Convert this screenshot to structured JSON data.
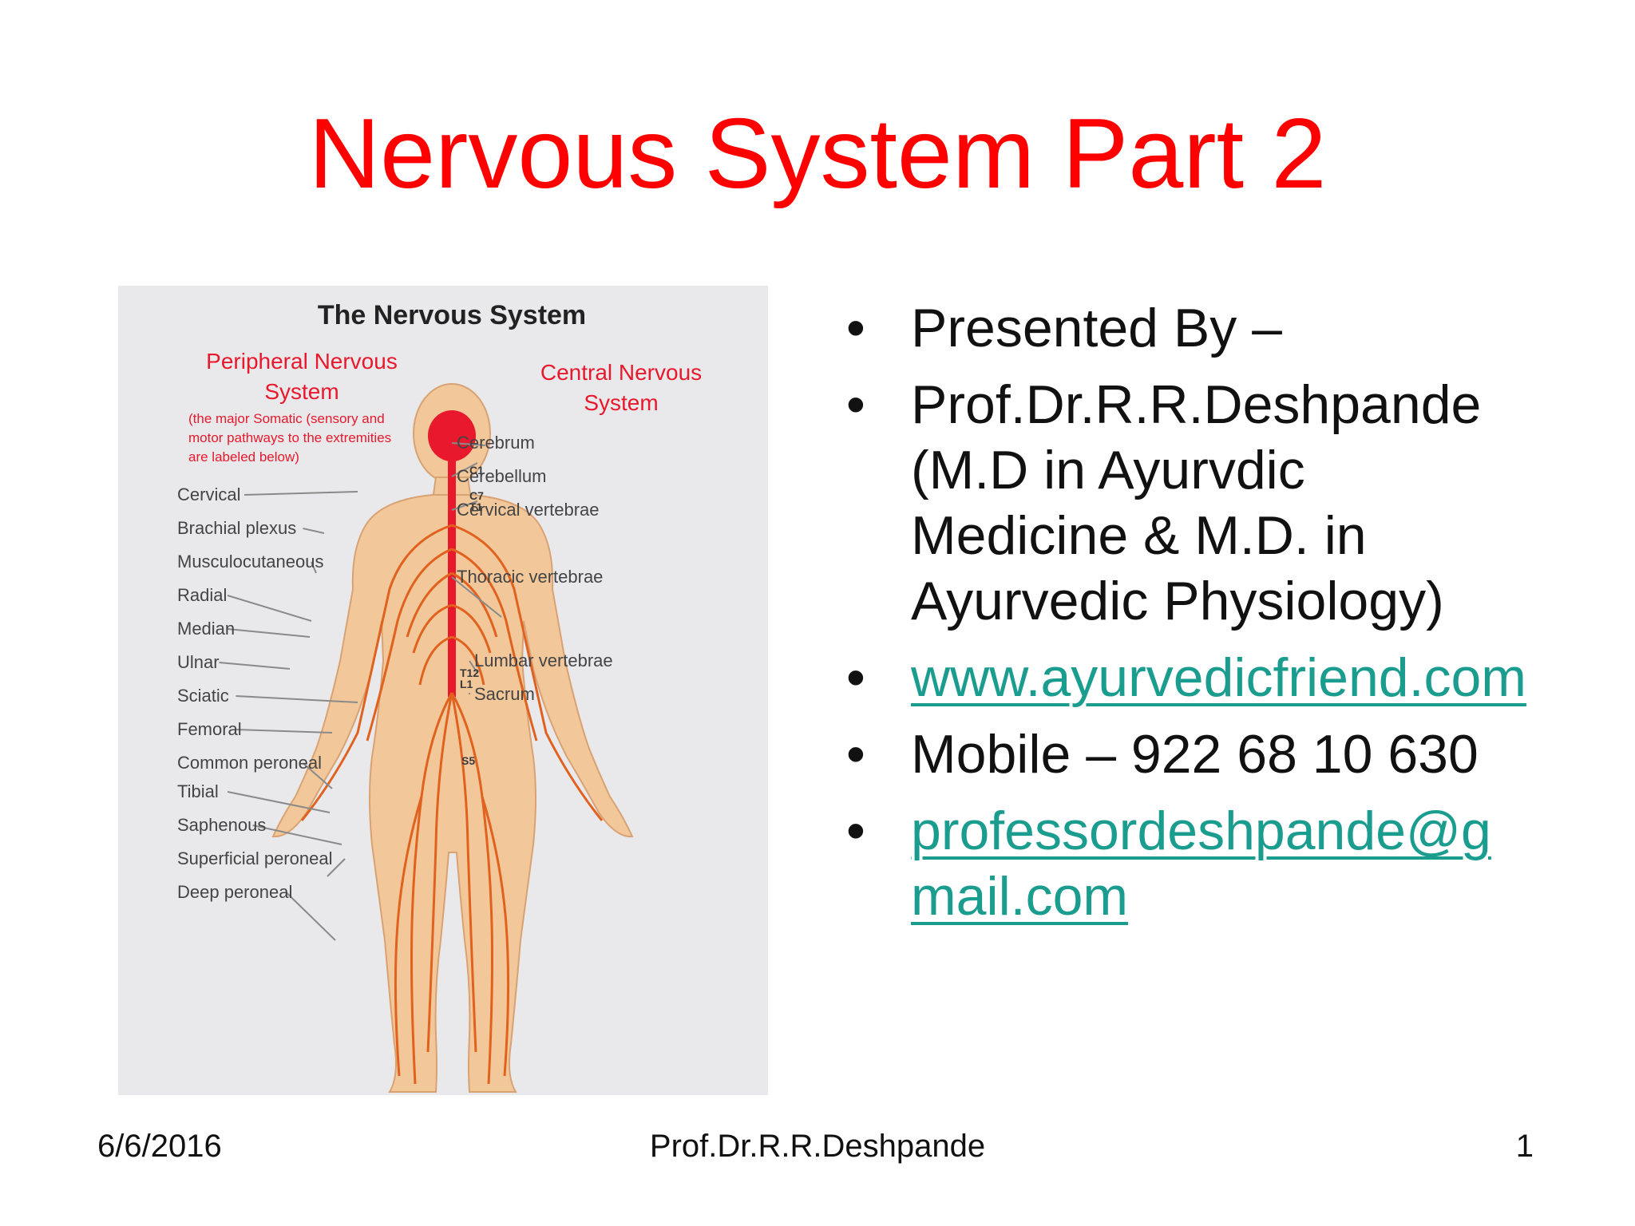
{
  "slide": {
    "title": "Nervous System Part 2",
    "title_color": "#ff0000",
    "link_color": "#1a9c8f"
  },
  "figure": {
    "heading": "The Nervous System",
    "peripheral": {
      "title_lines": [
        "Peripheral Nervous",
        "System"
      ],
      "note_lines": [
        "(the major Somatic (sensory and",
        "motor pathways to the extremities",
        "are labeled below)"
      ],
      "labels": [
        "Cervical",
        "Brachial plexus",
        "Musculocutaneous",
        "Radial",
        "Median",
        "Ulnar",
        "Sciatic",
        "Femoral",
        "Common peroneal",
        "Tibial",
        "Saphenous",
        "Superficial peroneal",
        "Deep peroneal"
      ]
    },
    "central": {
      "title_lines": [
        "Central Nervous",
        "System"
      ],
      "labels": [
        "Cerebrum",
        "Cerebellum",
        "Cervical vertebrae",
        "Thoracic vertebrae",
        "Lumbar vertebrae",
        "Sacrum"
      ]
    },
    "spine_marks": [
      "C1",
      "C7",
      "T1",
      "T12",
      "L1",
      "S5"
    ],
    "colors": {
      "body": "#f2c79a",
      "nerve": "#e0621e",
      "brain": "#e8192c",
      "label_red": "#e8192c",
      "label_gray": "#444444",
      "arrow": "#8a8a8a"
    }
  },
  "bullets": [
    {
      "lines": [
        "Presented By –"
      ],
      "link": false
    },
    {
      "lines": [
        "Prof.Dr.R.R.Deshpande",
        "(M.D in Ayurvdic",
        "Medicine & M.D. in",
        "Ayurvedic Physiology)"
      ],
      "link": false
    },
    {
      "lines": [
        "www.ayurvedicfriend.com"
      ],
      "link": true
    },
    {
      "lines": [
        "Mobile – 922 68 10 630"
      ],
      "link": false
    },
    {
      "lines": [
        "professordeshpande@g",
        "mail.com"
      ],
      "link": true
    }
  ],
  "bullet_symbol": "•",
  "footer": {
    "date": "6/6/2016",
    "author": "Prof.Dr.R.R.Deshpande",
    "page": "1"
  }
}
